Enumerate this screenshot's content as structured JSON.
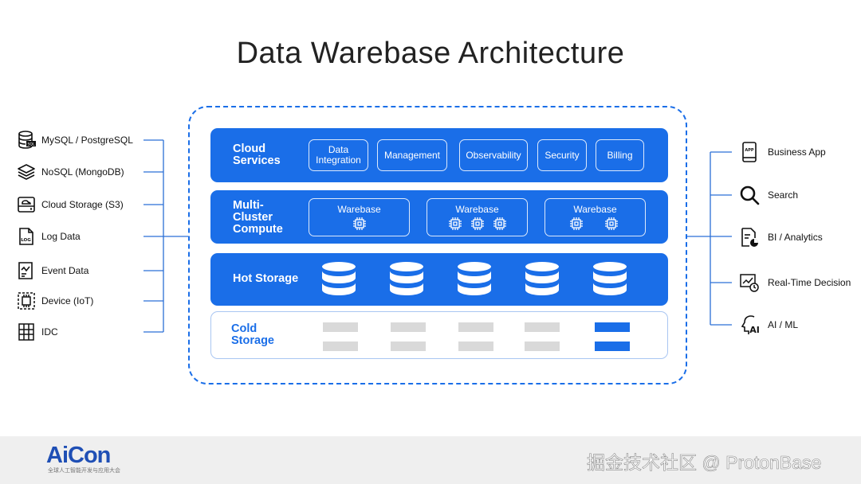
{
  "title": "Data Warebase Architecture",
  "sources": [
    {
      "label": "MySQL / PostgreSQL",
      "icon": "database-sql-icon"
    },
    {
      "label": "NoSQL (MongoDB)",
      "icon": "layers-icon"
    },
    {
      "label": "Cloud Storage (S3)",
      "icon": "cloud-drive-icon"
    },
    {
      "label": "Log Data",
      "icon": "log-file-icon"
    },
    {
      "label": "Event Data",
      "icon": "event-chart-icon"
    },
    {
      "label": "Device (IoT)",
      "icon": "iot-chip-icon"
    },
    {
      "label": "IDC",
      "icon": "server-rack-icon"
    }
  ],
  "layers": {
    "cloud_services": {
      "title": "Cloud\nServices",
      "items": [
        "Data\nIntegration",
        "Management",
        "Observability",
        "Security",
        "Billing"
      ]
    },
    "compute": {
      "title": "Multi-\nCluster\nCompute",
      "clusters": [
        "Warebase",
        "Warebase",
        "Warebase"
      ]
    },
    "hot_storage": {
      "title": "Hot Storage"
    },
    "cold_storage": {
      "title": "Cold\nStorage"
    }
  },
  "outputs": [
    {
      "label": "Business App",
      "icon": "app-phone-icon"
    },
    {
      "label": "Search",
      "icon": "search-icon"
    },
    {
      "label": "BI / Analytics",
      "icon": "analytics-report-icon"
    },
    {
      "label": "Real-Time Decision",
      "icon": "realtime-chart-icon"
    },
    {
      "label": "AI / ML",
      "icon": "ai-head-icon"
    }
  ],
  "footer": {
    "logo": "AiCon",
    "logo_sub": "全球人工智能开发与应用大会",
    "watermark": "掘金技术社区 @ ProtonBase"
  },
  "colors": {
    "accent": "#1a6ee8",
    "cold_bar": "#d9d9d9",
    "connector": "#2b6fd6"
  }
}
